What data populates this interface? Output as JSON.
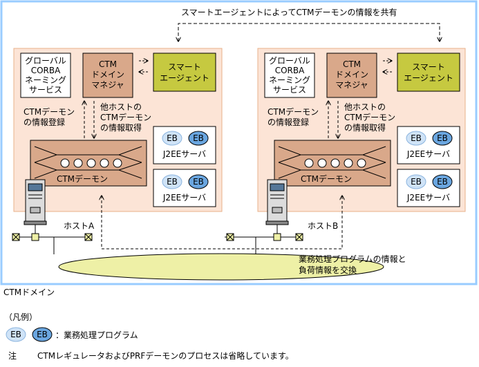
{
  "top_label": "スマートエージェントによってCTMデーモンの情報を共有",
  "hosts": [
    {
      "global_corba": [
        "グローバル",
        "CORBA",
        "ネーミング",
        "サービス"
      ],
      "domain_manager": [
        "CTM",
        "ドメイン",
        "マネジャ"
      ],
      "smart_agent": [
        "スマート",
        "エージェント"
      ],
      "register_label": [
        "CTMデーモン",
        "の情報登録"
      ],
      "acquire_label": [
        "他ホストの",
        "CTMデーモン",
        "の情報取得"
      ],
      "j2ee_servers": [
        {
          "eb1": "EB",
          "eb2": "EB",
          "label": "J2EEサーバ"
        },
        {
          "eb1": "EB",
          "eb2": "EB",
          "label": "J2EEサーバ"
        }
      ],
      "daemon_label": "CTMデーモン",
      "host_label": "ホストA"
    },
    {
      "global_corba": [
        "グローバル",
        "CORBA",
        "ネーミング",
        "サービス"
      ],
      "domain_manager": [
        "CTM",
        "ドメイン",
        "マネジャ"
      ],
      "smart_agent": [
        "スマート",
        "エージェント"
      ],
      "register_label": [
        "CTMデーモン",
        "の情報登録"
      ],
      "acquire_label": [
        "他ホストの",
        "CTMデーモン",
        "の情報取得"
      ],
      "j2ee_servers": [
        {
          "eb1": "EB",
          "eb2": "EB",
          "label": "J2EEサーバ"
        },
        {
          "eb1": "EB",
          "eb2": "EB",
          "label": "J2EEサーバ"
        }
      ],
      "daemon_label": "CTMデーモン",
      "host_label": "ホストB"
    }
  ],
  "exchange_label": [
    "業務処理プログラムの情報と",
    "負荷情報を交換"
  ],
  "domain_label": "CTMドメイン",
  "legend": {
    "heading": "（凡例）",
    "eb1": "EB",
    "eb2": "EB",
    "desc": "：業務処理プログラム"
  },
  "note": {
    "mark": "注",
    "text": "CTMレギュレータおよびPRFデーモンのプロセスは省略しています。"
  },
  "colors": {
    "domain_border": "#99ccff",
    "host_fill": "#fce4d6",
    "host_border": "#e8b08a",
    "manager_fill": "#d9a88a",
    "agent_fill": "#c6c940",
    "daemon_fill": "#d9a88a",
    "eb_light": "#cfe3f7",
    "eb_dark": "#6aa6e0",
    "network_fill": "#eef0a6"
  }
}
